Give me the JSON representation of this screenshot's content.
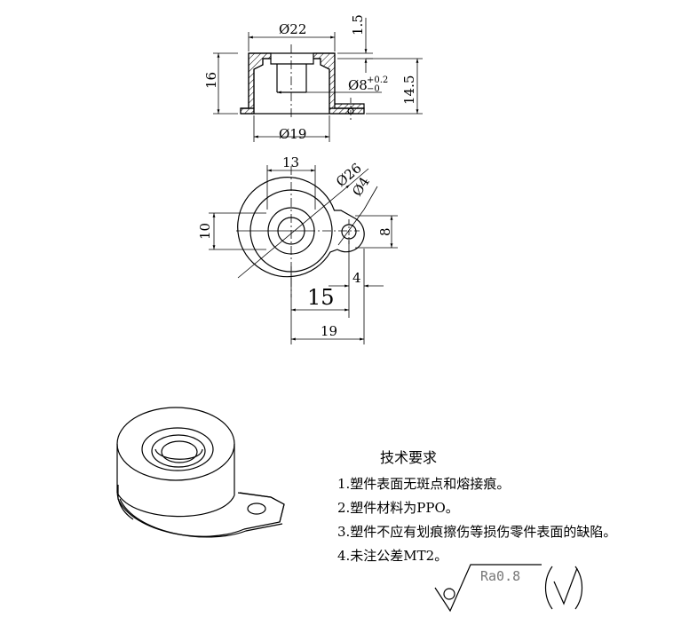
{
  "front_view": {
    "dim_diameter_top": "Ø22",
    "dim_top_thickness": "1.5",
    "dim_total_height": "16",
    "dim_inner_diameter": "Ø8",
    "dim_inner_tol_upper": "+0.2",
    "dim_inner_tol_lower": "−0",
    "dim_body_height": "14.5",
    "dim_diameter_bottom": "Ø19"
  },
  "top_view": {
    "dim_width_13": "13",
    "dim_diameter_26": "Ø26",
    "dim_hole_diameter": "Ø4",
    "dim_height_10": "10",
    "dim_tab_height": "8",
    "dim_offset_15": "15",
    "dim_offset_4": "4",
    "dim_length_19": "19"
  },
  "technical_requirements": {
    "title": "技术要求",
    "items": [
      "1.塑件表面无斑点和熔接痕。",
      "2.塑件材料为PPO。",
      "3.塑件不应有划痕擦伤等损伤零件表面的缺陷。",
      "4.未注公差MT2。"
    ]
  },
  "surface_finish": {
    "roughness": "Ra0.8",
    "general_mark": "(√)"
  }
}
